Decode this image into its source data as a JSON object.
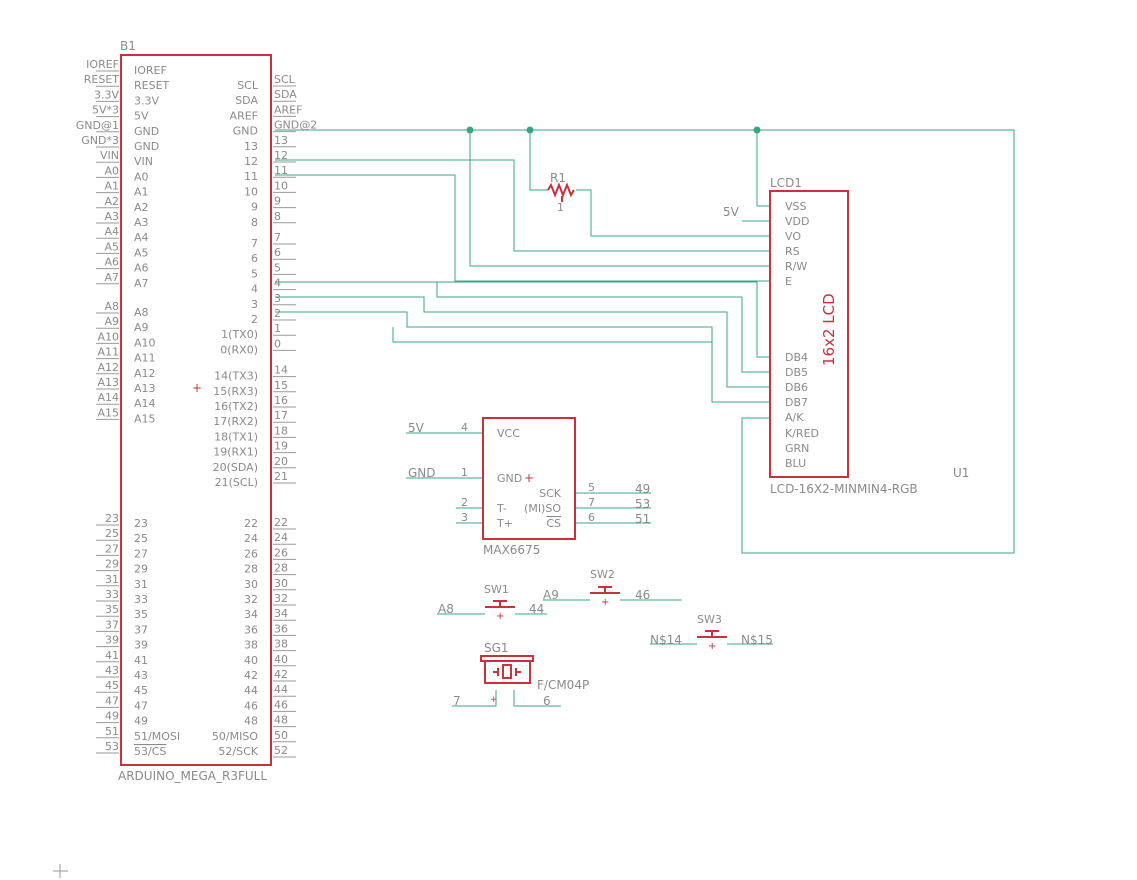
{
  "arduino": {
    "ref": "B1",
    "name": "ARDUINO_MEGA_R3FULL",
    "outer_left": [
      "IOREF",
      "RESET",
      "3.3V",
      "5V*3",
      "GND@1",
      "GND*3",
      "VIN",
      "A0",
      "A1",
      "A2",
      "A3",
      "A4",
      "A5",
      "A6",
      "A7",
      "A8",
      "A9",
      "A10",
      "A11",
      "A12",
      "A13",
      "A14",
      "A15"
    ],
    "inner_left": [
      "IOREF",
      "RESET",
      "3.3V",
      "5V",
      "GND",
      "GND",
      "VIN",
      "A0",
      "A1",
      "A2",
      "A3",
      "A4",
      "A5",
      "A6",
      "A7",
      "A8",
      "A9",
      "A10",
      "A11",
      "A12",
      "A13",
      "A14",
      "A15"
    ],
    "inner_right_top": [
      "SCL",
      "SDA",
      "AREF",
      "GND",
      "13",
      "12",
      "11",
      "10",
      "9",
      "8",
      "7",
      "6",
      "5",
      "4",
      "3",
      "2",
      "1(TX0)",
      "0(RX0)",
      "14(TX3)",
      "15(RX3)",
      "16(TX2)",
      "17(RX2)",
      "18(TX1)",
      "19(RX1)",
      "20(SDA)",
      "21(SCL)"
    ],
    "outer_right_top": [
      "SCL",
      "SDA",
      "AREF",
      "GND@2",
      "13",
      "12",
      "11",
      "10",
      "9",
      "8",
      "7",
      "6",
      "5",
      "4",
      "3",
      "2",
      "1",
      "0",
      "14",
      "15",
      "16",
      "17",
      "18",
      "19",
      "20",
      "21"
    ],
    "inner_left_bottom": [
      "23",
      "25",
      "27",
      "29",
      "31",
      "33",
      "35",
      "37",
      "39",
      "41",
      "43",
      "45",
      "47",
      "49",
      "51/MOSI",
      "53/CS"
    ],
    "inner_right_bottom": [
      "22",
      "24",
      "26",
      "28",
      "30",
      "32",
      "34",
      "36",
      "38",
      "40",
      "42",
      "44",
      "46",
      "48",
      "50/MISO",
      "52/SCK"
    ],
    "outer_left_bottom": [
      "23",
      "25",
      "27",
      "29",
      "31",
      "33",
      "35",
      "37",
      "39",
      "41",
      "43",
      "45",
      "47",
      "49",
      "51",
      "53"
    ],
    "outer_right_bottom": [
      "22",
      "24",
      "26",
      "28",
      "30",
      "32",
      "34",
      "36",
      "38",
      "40",
      "42",
      "44",
      "46",
      "48",
      "50",
      "52"
    ]
  },
  "lcd": {
    "ref": "LCD1",
    "name": "LCD-16X2-MINMIN4-RGB",
    "center_label": "16x2 LCD",
    "pins": [
      "VSS",
      "VDD",
      "VO",
      "RS",
      "R/W",
      "E",
      "DB4",
      "DB5",
      "DB6",
      "DB7",
      "A/K",
      "K/RED",
      "GRN",
      "BLU"
    ],
    "vdd_net": "5V"
  },
  "resistor": {
    "ref": "R1",
    "wiper": "1"
  },
  "max6675": {
    "ref": "MAX6675",
    "pins": [
      "VCC",
      "GND",
      "T-",
      "T+",
      "SCK",
      "(MI)SO",
      "CS"
    ],
    "pin_numbers": [
      "4",
      "1",
      "2",
      "3",
      "5",
      "7",
      "6"
    ],
    "net_left": [
      "5V",
      "GND"
    ],
    "net_right": [
      "49",
      "53",
      "51"
    ]
  },
  "switches": [
    {
      "ref": "SW1",
      "left": "A8",
      "right": "44"
    },
    {
      "ref": "SW2",
      "left": "A9",
      "right": "46"
    },
    {
      "ref": "SW3",
      "left": "N$14",
      "right": "N$15"
    }
  ],
  "buzzer": {
    "ref": "SG1",
    "name": "F/CM04P",
    "left": "7",
    "right": "6"
  },
  "misc": {
    "u1": "U1"
  },
  "colors": {
    "part": "#c8323c",
    "net": "#39a587",
    "text": "#8a8a8a"
  }
}
